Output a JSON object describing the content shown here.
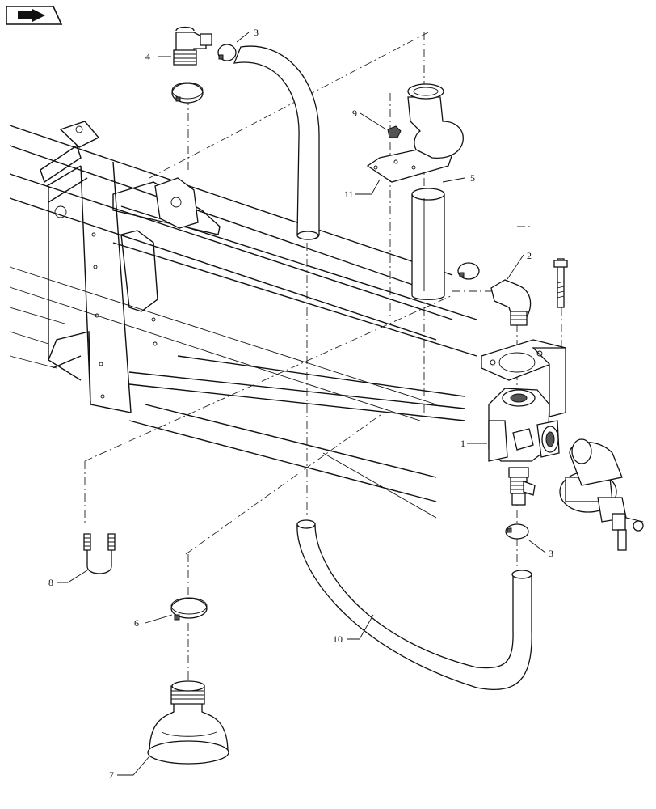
{
  "callouts": {
    "c1": "1",
    "c2": "2",
    "c3a": "3",
    "c3b": "3",
    "c4": "4",
    "c5": "5",
    "c6": "6",
    "c7": "7",
    "c8": "8",
    "c9": "9",
    "c10": "10",
    "c11": "11"
  },
  "icons": {
    "nav": "back-arrow-icon"
  }
}
